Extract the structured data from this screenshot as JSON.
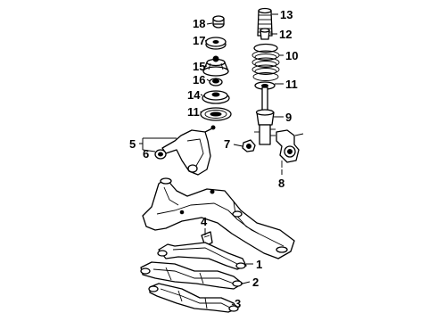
{
  "diagram": {
    "callouts": {
      "c1": "1",
      "c2": "2",
      "c3": "3",
      "c4": "4",
      "c5": "5",
      "c6": "6",
      "c7": "7",
      "c8": "8",
      "c9": "9",
      "c10": "10",
      "c11a": "11",
      "c11b": "11",
      "c12": "12",
      "c13": "13",
      "c14": "14",
      "c15": "15",
      "c16": "16",
      "c17": "17",
      "c18": "18"
    }
  }
}
